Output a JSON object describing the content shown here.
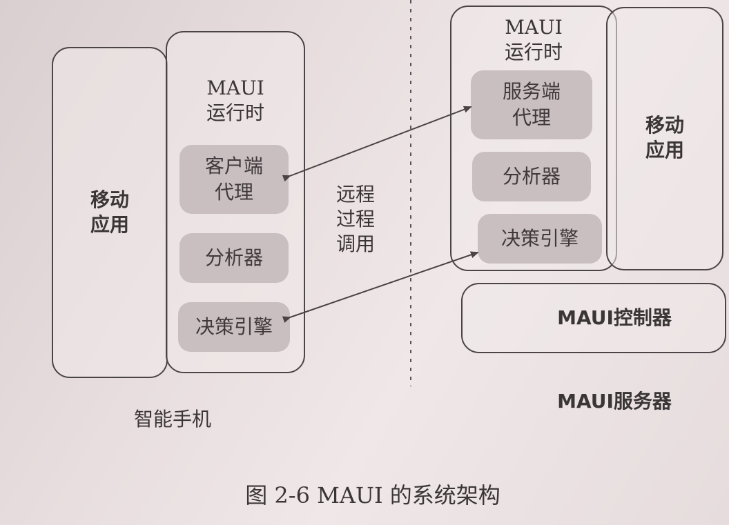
{
  "phone": {
    "app_label": "移动\n应用",
    "runtime_label": "MAUI\n运行时",
    "client_proxy": "客户端\n代理",
    "analyzer": "分析器",
    "decision_engine": "决策引擎",
    "caption": "智能手机"
  },
  "rpc_label": "远程\n过程\n调用",
  "server": {
    "runtime_label": "MAUI\n运行时",
    "server_proxy": "服务端\n代理",
    "analyzer": "分析器",
    "decision_engine": "决策引擎",
    "app_label": "移动\n应用",
    "controller": "MAUI控制器",
    "caption": "MAUI服务器"
  },
  "figure_caption": "图 2-6   MAUI 的系统架构",
  "colors": {
    "border": "#4a4446",
    "component_fill": "#c9bfc1",
    "background": "#e8dedf"
  }
}
